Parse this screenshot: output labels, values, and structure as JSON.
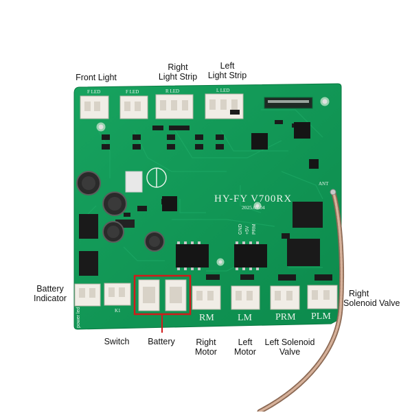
{
  "labels": {
    "front_light": "Front Light",
    "right_light_strip_1": "Right",
    "right_light_strip_2": "Light Strip",
    "left_light_strip_1": "Left",
    "left_light_strip_2": "Light Strip",
    "battery_indicator_1": "Battery",
    "battery_indicator_2": "Indicator",
    "right_solenoid_1": "Right",
    "right_solenoid_2": "Solenoid Valve",
    "switch": "Switch",
    "battery": "Battery",
    "right_motor_1": "Right",
    "right_motor_2": "Motor",
    "left_motor_1": "Left",
    "left_motor_2": "Motor",
    "left_solenoid_1": "Left Solenoid",
    "left_solenoid_2": "Valve"
  },
  "silkscreen": {
    "model": "HY-FY  V700RX",
    "date": "2025.09.04",
    "f_led_1": "F LED",
    "f_led_2": "F LED",
    "r_led": "R LED",
    "l_led": "L LED",
    "rm": "RM",
    "lm": "LM",
    "prm": "PRM",
    "plm": "PLM",
    "ant": "ANT",
    "k1": "K1",
    "power_led": "power led",
    "gnd": "GND",
    "plus5v": "+5V",
    "prm_small": "PRM"
  },
  "colors": {
    "board": "#0f9a55",
    "highlight": "#d11a1a",
    "connector": "#f1ede6"
  }
}
